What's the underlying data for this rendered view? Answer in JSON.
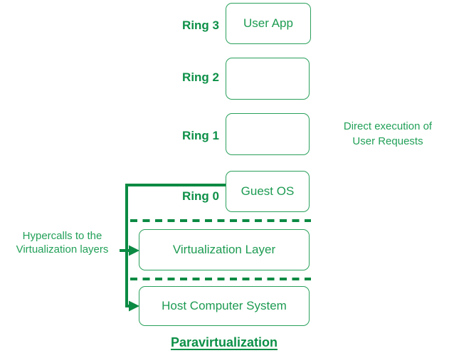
{
  "diagram": {
    "title": "Paravirtualization",
    "rings": [
      {
        "label": "Ring 3",
        "box_text": "User App"
      },
      {
        "label": "Ring 2",
        "box_text": ""
      },
      {
        "label": "Ring 1",
        "box_text": ""
      },
      {
        "label": "Ring 0",
        "box_text": "Guest OS"
      }
    ],
    "layers": [
      {
        "box_text": "Virtualization Layer"
      },
      {
        "box_text": "Host Computer System"
      }
    ],
    "annotations": {
      "hypercalls_line1": "Hypercalls to the",
      "hypercalls_line2": "Virtualization layers",
      "direct_exec_line1": "Direct execution of",
      "direct_exec_line2": "User Requests"
    },
    "colors": {
      "box_border_green": "#2aa05c",
      "box_text_green": "#1d9b52",
      "label_green": "#0d9048",
      "note_green": "#22a058",
      "line_green": "#0b8a43"
    }
  }
}
